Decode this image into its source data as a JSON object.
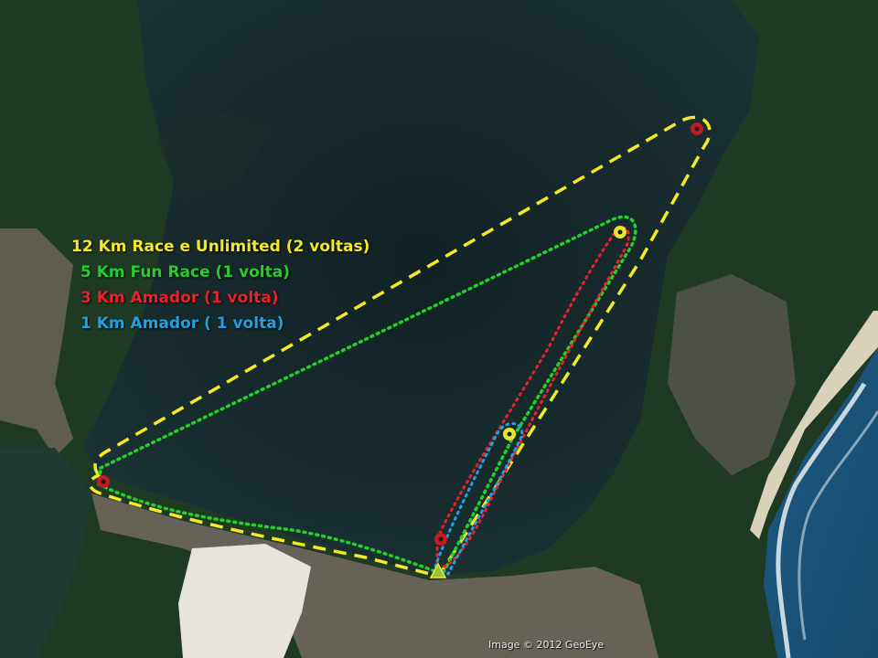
{
  "legend": {
    "items": [
      {
        "label": "12 Km Race e Unlimited (2 voltas)",
        "color": "#f4e827"
      },
      {
        "label": "5 Km Fun Race (1 volta)",
        "color": "#23d02a"
      },
      {
        "label": "3 Km Amador (1 volta)",
        "color": "#e8222a"
      },
      {
        "label": "1 Km Amador ( 1 volta)",
        "color": "#1fa3e0"
      }
    ]
  },
  "credit": "Image © 2012 GeoEye",
  "colors": {
    "water": "#15282b",
    "forest": "#1e3a22",
    "town": "#7a6f63",
    "sand": "#e6e4dc",
    "ocean": "#2a6f9a",
    "buoy_red": "#c41a22",
    "buoy_yellow": "#e9e52a",
    "start_marker": "#9ac23a"
  },
  "icons": {
    "buoy": "buoy-icon",
    "start": "start-triangle-icon"
  }
}
